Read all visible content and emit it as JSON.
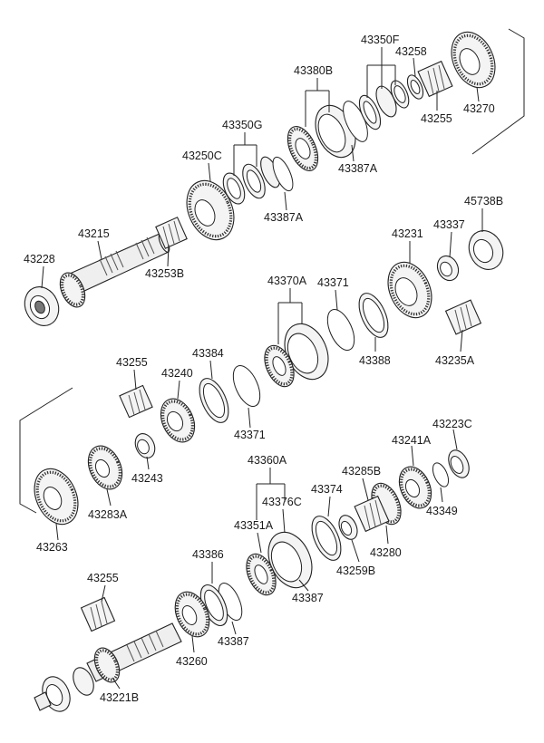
{
  "labels": [
    "43350F",
    "43258",
    "43380B",
    "43255",
    "43270",
    "43350G",
    "43387A",
    "43250C",
    "43387A",
    "43215",
    "43228",
    "43253B",
    "45738B",
    "43337",
    "43231",
    "43370A",
    "43371",
    "43388",
    "43235A",
    "43255",
    "43384",
    "43240",
    "43371",
    "43243",
    "43283A",
    "43263",
    "43223C",
    "43241A",
    "43360A",
    "43285B",
    "43376C",
    "43374",
    "43349",
    "43351A",
    "43280",
    "43259B",
    "43386",
    "43387",
    "43255",
    "43387",
    "43260",
    "43221B"
  ]
}
